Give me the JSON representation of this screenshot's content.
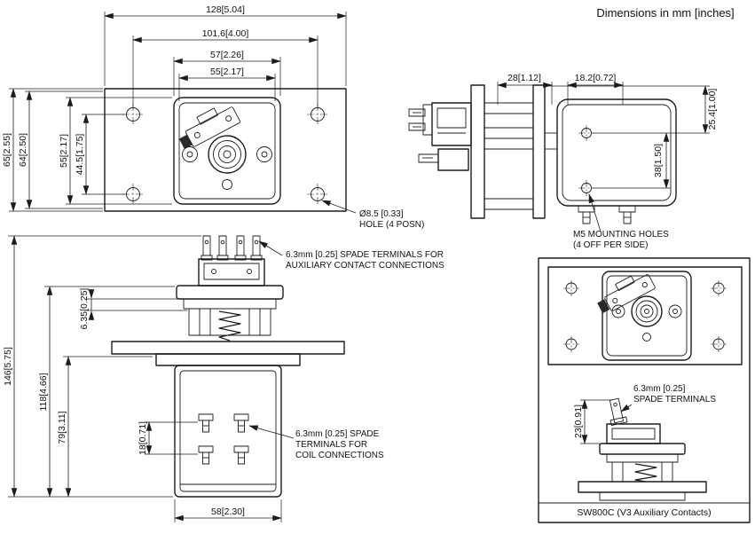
{
  "header": {
    "units_note": "Dimensions in mm [inches]"
  },
  "front_view": {
    "dim_width_overall": "128[5.04]",
    "dim_width_mounting_holes": "101.6[4.00]",
    "dim_width_body": "57[2.26]",
    "dim_width_body_inner": "55[2.17]",
    "dim_height_overall": "65[2.55]",
    "dim_height_inner": "64[2.50]",
    "dim_height_body": "55[2.17]",
    "dim_height_mounting_holes": "44.5[1.75]",
    "hole_note": [
      "Ø8.5 [0.33]",
      "HOLE (4 POSN)"
    ]
  },
  "side_view": {
    "dim_flange_to_face": "28[1.12]",
    "dim_face_to_hole": "18.2[0.72]",
    "dim_top_to_hole": "25.4[1.00]",
    "dim_hole_spacing": "38[1.50]",
    "mounting_note": [
      "M5 MOUNTING HOLES",
      "(4 OFF PER SIDE)"
    ]
  },
  "elevation_view": {
    "dim_overall_height": "146[5.75]",
    "dim_height_below_cap": "118[4.66]",
    "dim_height_below_flange": "79[3.11]",
    "dim_cap_thickness": "6.35[0.25]",
    "dim_coil_terminal_spacing": "18[0.71]",
    "dim_body_width": "58[2.30]",
    "aux_terminal_note": [
      "6.3mm [0.25] SPADE TERMINALS FOR",
      "AUXILIARY CONTACT CONNECTIONS"
    ],
    "coil_terminal_note": [
      "6.3mm [0.25] SPADE",
      "TERMINALS FOR",
      "COIL CONNECTIONS"
    ]
  },
  "aux_contacts_view": {
    "dim_terminal_height": "23[0.91]",
    "terminal_note": [
      "6.3mm [0.25]",
      "SPADE TERMINALS"
    ],
    "caption": "SW800C (V3 Auxiliary Contacts)"
  }
}
